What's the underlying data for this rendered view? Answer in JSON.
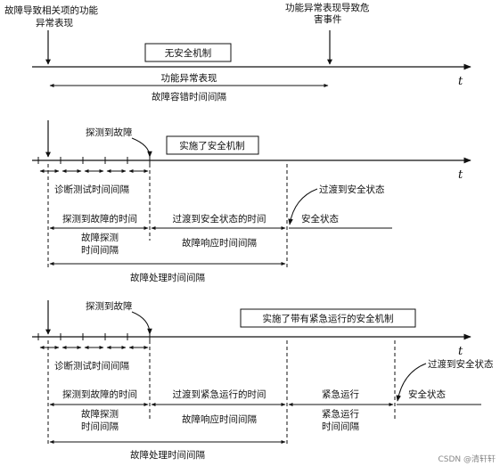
{
  "section1": {
    "label_start_line1": "故障导致相关项的功能",
    "label_start_line2": "异常表现",
    "label_end_line1": "功能异常表现导致危",
    "label_end_line2": "害事件",
    "box_label": "无安全机制",
    "span1_label": "功能异常表现",
    "span2_label": "故障容错时间间隔"
  },
  "section2": {
    "detect_label": "探测到故障",
    "box_label": "实施了安全机制",
    "diag_interval_label": "诊断测试时间间隔",
    "transition_safe_label": "过渡到安全状态",
    "time_to_detect_label": "探测到故障的时间",
    "time_to_safe_label": "过渡到安全状态的时间",
    "safe_state_label": "安全状态",
    "fdti_line1": "故障探测",
    "fdti_line2": "时间间隔",
    "frti_label": "故障响应时间间隔",
    "fhti_label": "故障处理时间间隔"
  },
  "section3": {
    "detect_label": "探测到故障",
    "box_label": "实施了带有紧急运行的安全机制",
    "diag_interval_label": "诊断测试时间间隔",
    "transition_safe_label": "过渡到安全状态",
    "time_to_detect_label": "探测到故障的时间",
    "time_to_emergency_label": "过渡到紧急运行的时间",
    "emergency_label": "紧急运行",
    "safe_state_label": "安全状态",
    "fdti_line1": "故障探测",
    "fdti_line2": "时间间隔",
    "frti_label": "故障响应时间间隔",
    "eoti_line1": "紧急运行",
    "eoti_line2": "时间间隔",
    "fhti_label": "故障处理时间间隔"
  },
  "axis_label": "t",
  "watermark": "CSDN @清轩轩"
}
